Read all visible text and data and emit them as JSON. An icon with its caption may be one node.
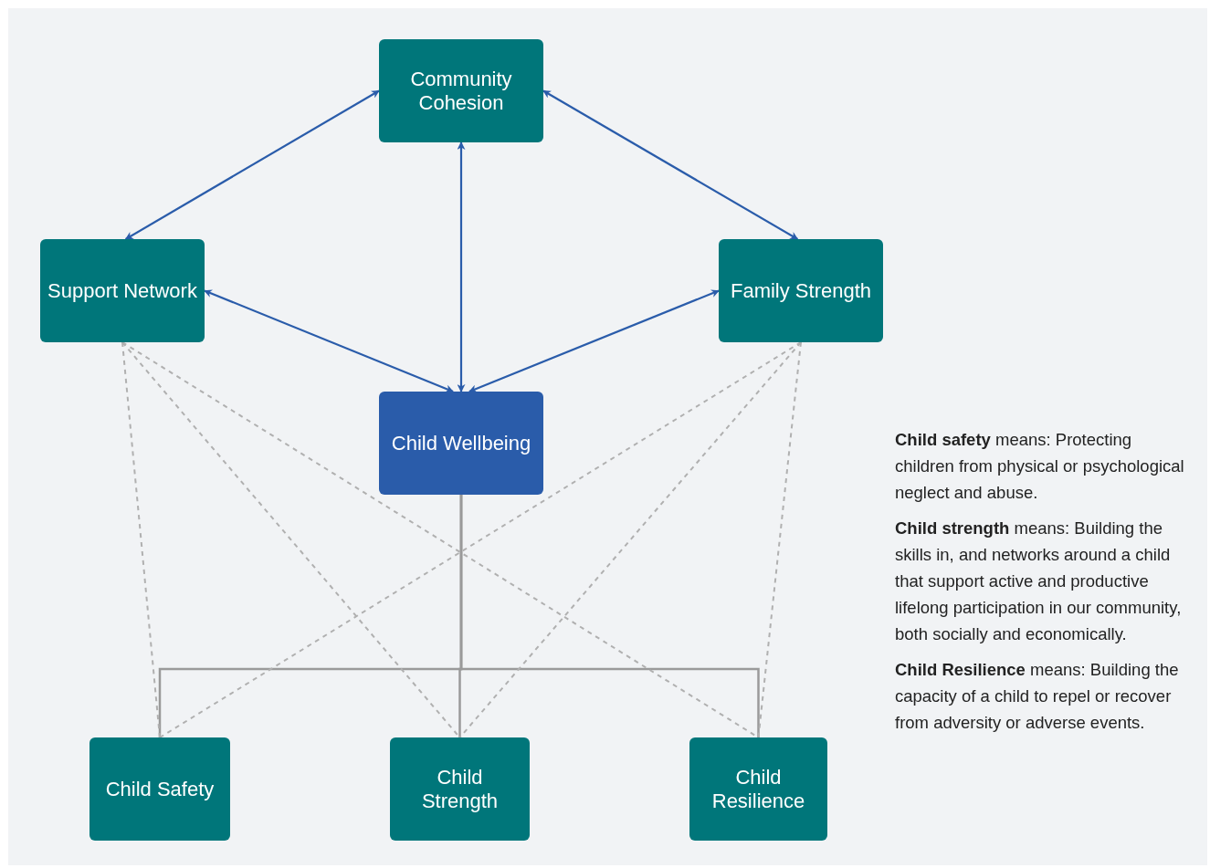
{
  "diagram": {
    "nodes": [
      {
        "text": [
          "Community Cohesion"
        ]
      },
      {
        "text": [
          "Support Network"
        ]
      },
      {
        "text": [
          "Family Strength"
        ]
      },
      {
        "text": [
          "Child Wellbeing"
        ]
      },
      {
        "text": [
          "Child Safety"
        ]
      },
      {
        "text": [
          "Child Strength"
        ]
      },
      {
        "text": [
          "Child Resilience"
        ]
      }
    ],
    "edges": [
      {
        "from": 0,
        "to": 1,
        "arrow": "both",
        "color": "#2a5caa"
      },
      {
        "from": 0,
        "to": 2,
        "arrow": "both",
        "color": "#2a5caa"
      },
      {
        "from": 3,
        "to": 0,
        "arrow": "both",
        "color": "#2a5caa"
      },
      {
        "from": 1,
        "to": 3,
        "arrow": "both",
        "color": "#2a5caa"
      },
      {
        "from": 2,
        "to": 3,
        "arrow": "both",
        "color": "#2a5caa"
      },
      {
        "from": 3,
        "to": 4,
        "arrow": "none"
      },
      {
        "from": 3,
        "to": 5,
        "arrow": "none"
      },
      {
        "from": 3,
        "to": 6,
        "arrow": "none"
      },
      {
        "from": 1,
        "to": 4,
        "arrow": "none",
        "style": "dashed"
      },
      {
        "from": 1,
        "to": 5,
        "arrow": "none",
        "style": "dashed"
      },
      {
        "from": 1,
        "to": 6,
        "arrow": "none",
        "style": "dashed"
      },
      {
        "from": 2,
        "to": 4,
        "arrow": "none",
        "style": "dashed"
      },
      {
        "from": 2,
        "to": 5,
        "arrow": "none",
        "style": "dashed"
      },
      {
        "from": 2,
        "to": 6,
        "arrow": "none",
        "style": "dashed"
      }
    ],
    "labels": [
      "**Child safety** means: Protecting children from physical or psychological neglect and abuse.",
      "**Child strength** means: Building the skills in, and networks around a child that support active and productive lifelong participation in our community, both socially and economically.",
      "**Child Resilience** means: Building the capacity of a child to repel or recover from adversity or adverse events."
    ]
  }
}
